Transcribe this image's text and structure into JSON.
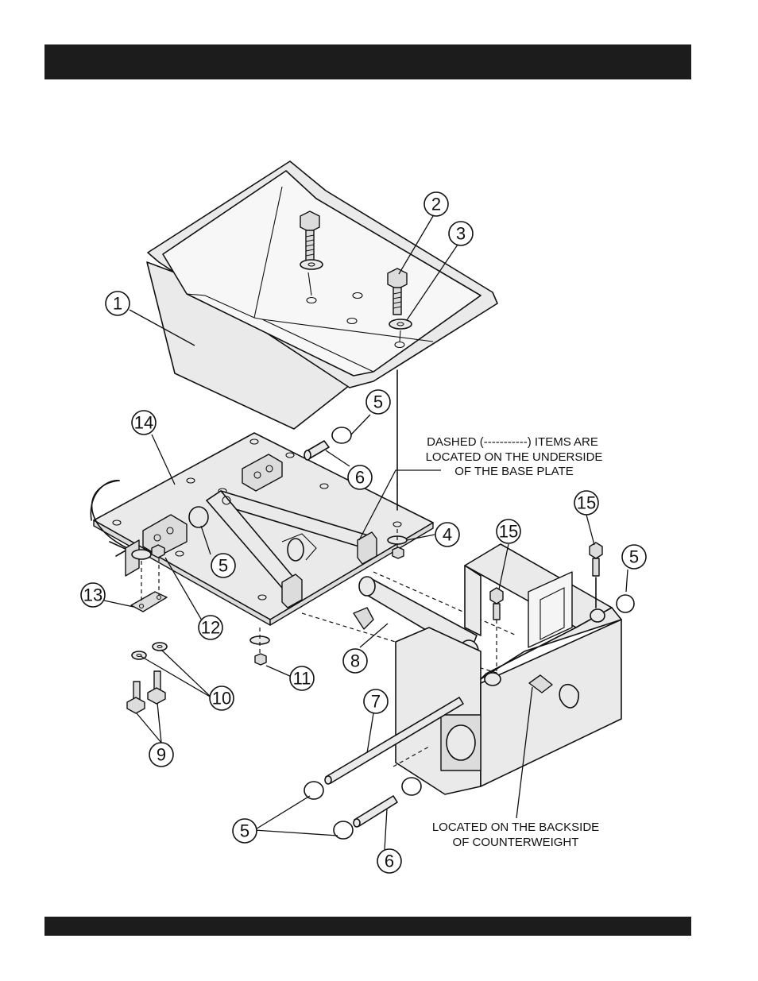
{
  "callouts": {
    "c1": "1",
    "c2": "2",
    "c3": "3",
    "c4": "4",
    "c5a": "5",
    "c5b": "5",
    "c5c": "5",
    "c5d": "5",
    "c6a": "6",
    "c6b": "6",
    "c7": "7",
    "c8": "8",
    "c9": "9",
    "c10": "10",
    "c11": "11",
    "c12": "12",
    "c13": "13",
    "c14": "14",
    "c15a": "15",
    "c15b": "15"
  },
  "notes": {
    "dashed_line1": "DASHED (-----------) ITEMS ARE",
    "dashed_line2": "LOCATED ON THE UNDERSIDE",
    "dashed_line3": "OF THE BASE PLATE",
    "backside_line1": "LOCATED ON THE BACKSIDE",
    "backside_line2": "OF COUNTERWEIGHT"
  }
}
